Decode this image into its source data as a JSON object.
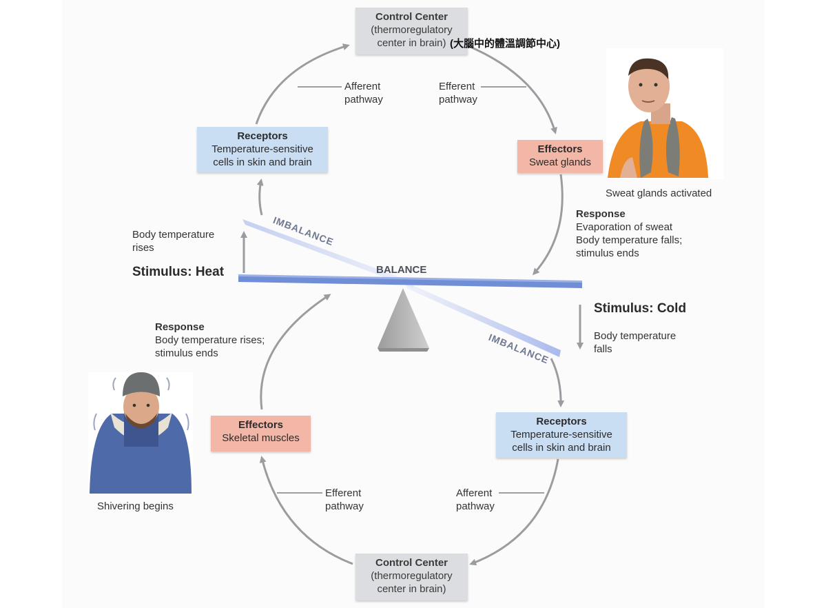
{
  "top_control_center": {
    "title": "Control Center",
    "line1": "(thermoregulatory",
    "line2": "center in brain)",
    "chinese_note": "(大腦中的體溫調節中心)"
  },
  "bottom_control_center": {
    "title": "Control Center",
    "line1": "(thermoregulatory",
    "line2": "center in brain)"
  },
  "top_left_pathway": {
    "line1": "Afferent",
    "line2": "pathway"
  },
  "top_right_pathway": {
    "line1": "Efferent",
    "line2": "pathway"
  },
  "bottom_left_pathway": {
    "line1": "Efferent",
    "line2": "pathway"
  },
  "bottom_right_pathway": {
    "line1": "Afferent",
    "line2": "pathway"
  },
  "top_receptors": {
    "title": "Receptors",
    "line1": "Temperature-sensitive",
    "line2": "cells in skin and brain"
  },
  "bottom_receptors": {
    "title": "Receptors",
    "line1": "Temperature-sensitive",
    "line2": "cells in skin and brain"
  },
  "top_effectors": {
    "title": "Effectors",
    "line1": "Sweat glands"
  },
  "bottom_effectors": {
    "title": "Effectors",
    "line1": "Skeletal muscles"
  },
  "heat": {
    "stimulus": "Stimulus: Heat",
    "change_line1": "Body temperature",
    "change_line2": "rises",
    "response_title": "Response",
    "response_line1": "Evaporation of sweat",
    "response_line2": "Body temperature falls;",
    "response_line3": "stimulus ends",
    "photo_caption": "Sweat glands activated"
  },
  "cold": {
    "stimulus": "Stimulus: Cold",
    "change_line1": "Body temperature",
    "change_line2": "falls",
    "response_title": "Response",
    "response_line1": "Body temperature rises;",
    "response_line2": "stimulus ends",
    "photo_caption": "Shivering begins"
  },
  "seesaw": {
    "balance": "BALANCE",
    "imbalance_top": "IMBALANCE",
    "imbalance_bottom": "IMBALANCE"
  },
  "colors": {
    "gray_box": "#dcdde1",
    "blue_box": "#c9def3",
    "red_box": "#f3b7a8",
    "arrow": "#9a9ca0",
    "beam": "#5f7fd0"
  }
}
